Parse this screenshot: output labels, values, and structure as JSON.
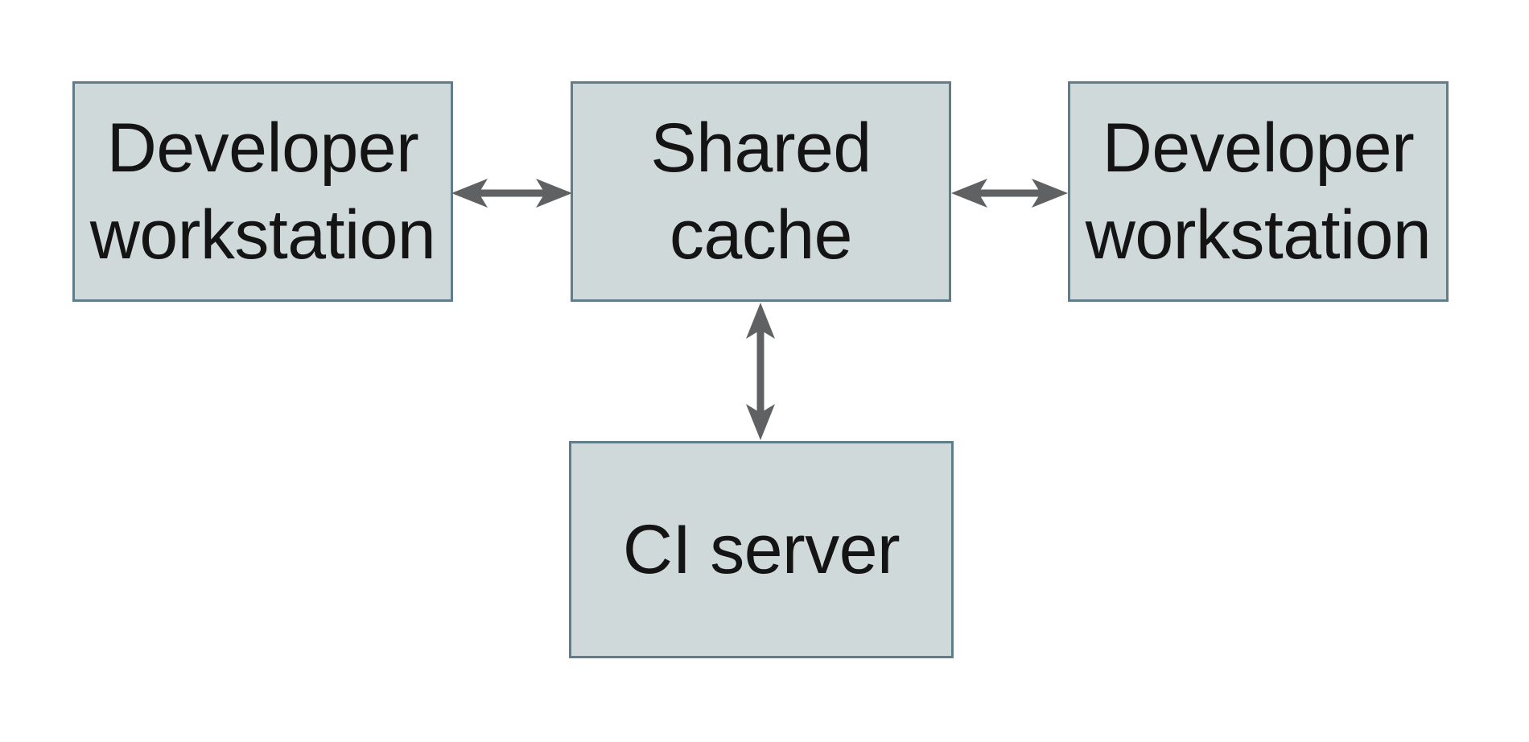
{
  "diagram": {
    "type": "architecture-diagram",
    "background": "#ffffff",
    "colors": {
      "box_fill": "#d0d9da",
      "box_border": "#5f7d8b",
      "arrow": "#5f6163",
      "text": "#141414"
    },
    "nodes": [
      {
        "id": "developer-workstation-left",
        "label": "Developer workstation",
        "lines": [
          "Developer",
          "workstation"
        ]
      },
      {
        "id": "shared-cache",
        "label": "Shared cache",
        "lines": [
          "Shared",
          "cache"
        ]
      },
      {
        "id": "developer-workstation-right",
        "label": "Developer workstation",
        "lines": [
          "Developer",
          "workstation"
        ]
      },
      {
        "id": "ci-server",
        "label": "CI server",
        "lines": [
          "CI server"
        ]
      }
    ],
    "edges": [
      {
        "from": "developer-workstation-left",
        "to": "shared-cache",
        "style": "double-headed-arrow"
      },
      {
        "from": "shared-cache",
        "to": "developer-workstation-right",
        "style": "double-headed-arrow"
      },
      {
        "from": "shared-cache",
        "to": "ci-server",
        "style": "double-headed-arrow"
      }
    ]
  }
}
